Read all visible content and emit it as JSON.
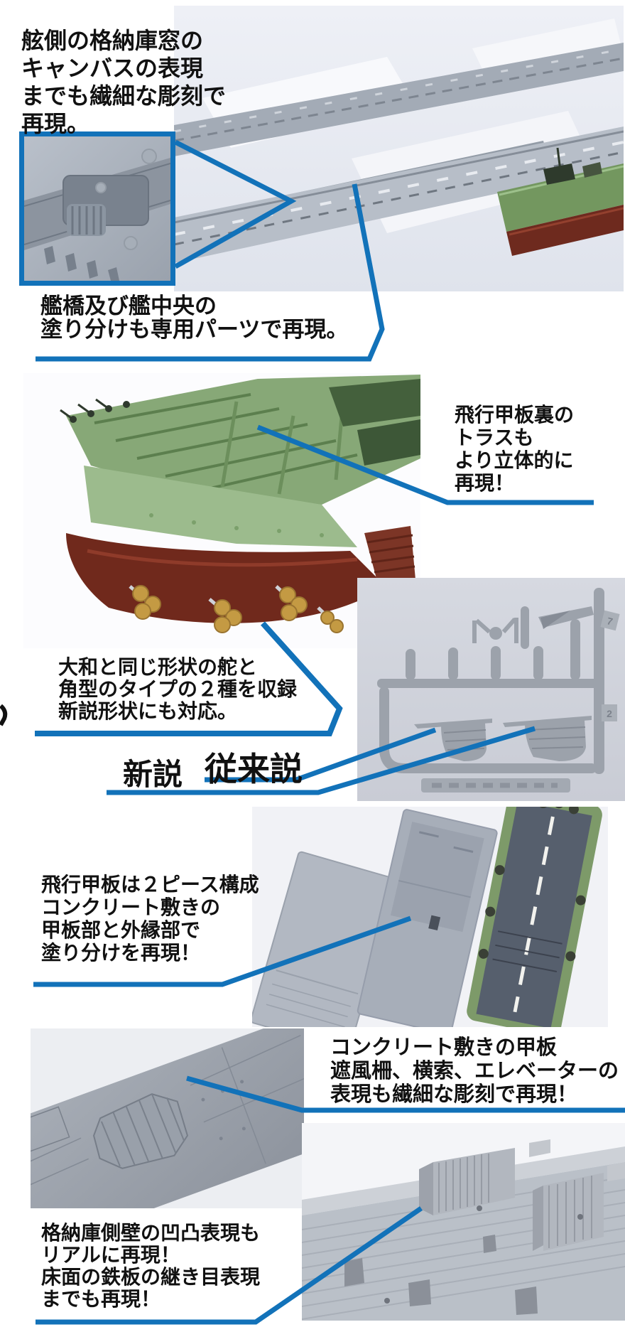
{
  "colors": {
    "accent": "#1272b9",
    "ink": "#111111"
  },
  "annotations": {
    "hangar_window": {
      "lines": [
        "舷側の格納庫窓の",
        "キャンバスの表現",
        "までも繊細な彫刻で",
        "再現。"
      ]
    },
    "bridge_paint": {
      "lines": [
        "艦橋及び艦中央の",
        "塗り分けも専用パーツで再現。"
      ]
    },
    "deck_truss": {
      "lines": [
        "飛行甲板裏の",
        "トラスも",
        "より立体的に",
        "再現！"
      ]
    },
    "rudder": {
      "lines": [
        "大和と同じ形状の舵と",
        "角型のタイプの２種を収録",
        "新説形状にも対応。"
      ]
    },
    "flight_deck": {
      "lines": [
        "飛行甲板は２ピース構成",
        "コンクリート敷きの",
        "甲板部と外縁部で",
        "塗り分けを再現！"
      ]
    },
    "concrete_deck": {
      "lines": [
        "コンクリート敷きの甲板",
        "遮風柵、横索、エレベーターの",
        "表現も繊細な彫刻で再現！"
      ]
    },
    "hangar_wall": {
      "lines": [
        "格納庫側壁の凹凸表現も",
        "リアルに再現！",
        "床面の鉄板の継き目表現",
        "までも再現！"
      ]
    }
  },
  "rudder_labels": {
    "new_theory": "新説",
    "conventional_theory": "従来説"
  },
  "sprue_tags": {
    "tag1": "7",
    "tag2": "2"
  }
}
